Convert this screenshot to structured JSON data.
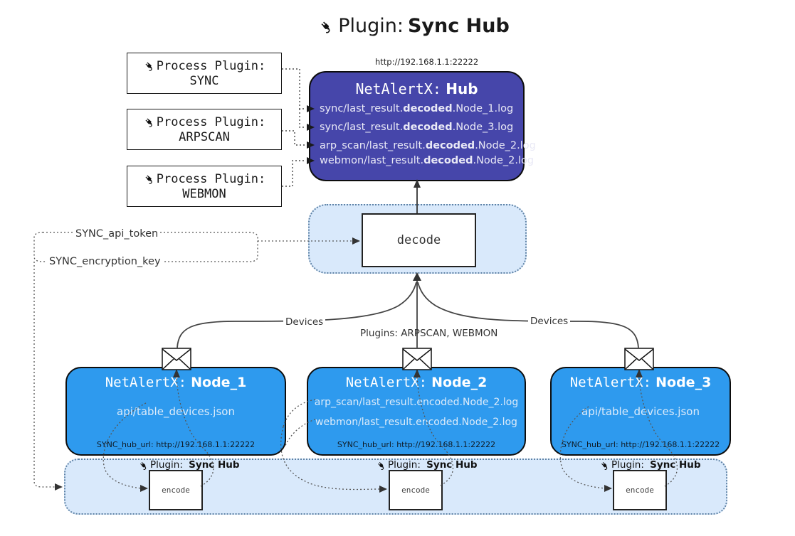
{
  "title": {
    "prefix": "Plugin:",
    "name": "Sync Hub"
  },
  "colors": {
    "hub_bg": "#4646AA",
    "node_bg": "#2E9AEE",
    "container_bg": "#D9E9FB",
    "container_border": "#5F83A6"
  },
  "process_plugins": [
    {
      "label": "Process Plugin:",
      "name": "SYNC"
    },
    {
      "label": "Process Plugin:",
      "name": "ARPSCAN"
    },
    {
      "label": "Process Plugin:",
      "name": "WEBMON"
    }
  ],
  "hub": {
    "url": "http://192.168.1.1:22222",
    "title_prefix": "NetAlertX:",
    "title_name": "Hub",
    "logs": [
      {
        "pre": "sync/last_result.",
        "bold": "decoded",
        "post": ".Node_1.log"
      },
      {
        "pre": "sync/last_result.",
        "bold": "decoded",
        "post": ".Node_3.log"
      },
      {
        "pre": "arp_scan/last_result.",
        "bold": "decoded",
        "post": ".Node_2.log"
      },
      {
        "pre": "webmon/last_result.",
        "bold": "decoded",
        "post": ".Node_2.log"
      }
    ]
  },
  "secrets": {
    "api_token": "SYNC_api_token",
    "encryption_key": "SYNC_encryption_key"
  },
  "decode": {
    "label": "decode"
  },
  "edges": {
    "devices_left": "Devices",
    "devices_right": "Devices",
    "plugins_label": "Plugins: ARPSCAN, WEBMON"
  },
  "nodes": [
    {
      "title_prefix": "NetAlertX:",
      "title_name": "Node_1",
      "lines": [
        "api/table_devices.json"
      ],
      "hub_url": "SYNC_hub_url: http://192.168.1.1:22222"
    },
    {
      "title_prefix": "NetAlertX:",
      "title_name": "Node_2",
      "lines": [
        "arp_scan/last_result.encoded.Node_2.log",
        "webmon/last_result.encoded.Node_2.log"
      ],
      "hub_url": "SYNC_hub_url: http://192.168.1.1:22222"
    },
    {
      "title_prefix": "NetAlertX:",
      "title_name": "Node_3",
      "lines": [
        "api/table_devices.json"
      ],
      "hub_url": "SYNC_hub_url: http://192.168.1.1:22222"
    }
  ],
  "encoders": [
    {
      "plugin_label": "Plugin:",
      "plugin_name": "Sync Hub",
      "label": "encode"
    },
    {
      "plugin_label": "Plugin:",
      "plugin_name": "Sync Hub",
      "label": "encode"
    },
    {
      "plugin_label": "Plugin:",
      "plugin_name": "Sync Hub",
      "label": "encode"
    }
  ]
}
